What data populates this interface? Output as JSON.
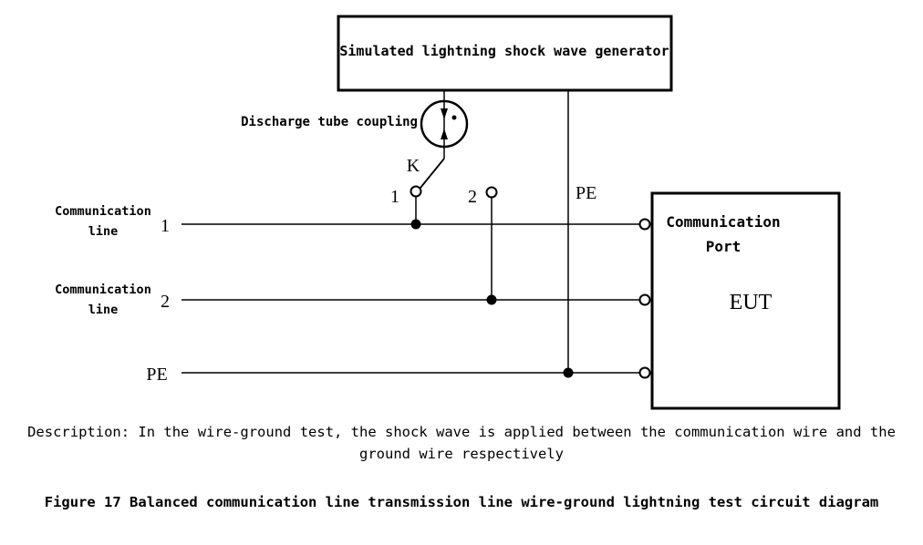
{
  "diagram": {
    "generator_label": "Simulated lightning shock wave generator",
    "coupling_label": "Discharge tube coupling",
    "switch_label": "K",
    "switch_pos1": "1",
    "switch_pos2": "2",
    "pe_vertical_label": "PE",
    "line1_label_a": "Communication",
    "line1_label_b": "line",
    "line1_number": "1",
    "line2_label_a": "Communication",
    "line2_label_b": "line",
    "line2_number": "2",
    "pe_line_label": "PE",
    "eut_port_label_a": "Communication",
    "eut_port_label_b": "Port",
    "eut_label": "EUT"
  },
  "description": "Description: In the wire-ground test, the shock wave is applied between the communication wire and the ground wire respectively",
  "figure_caption": "Figure 17  Balanced communication line transmission line wire-ground lightning test circuit diagram",
  "colors": {
    "line": "#000000",
    "background": "#ffffff"
  }
}
